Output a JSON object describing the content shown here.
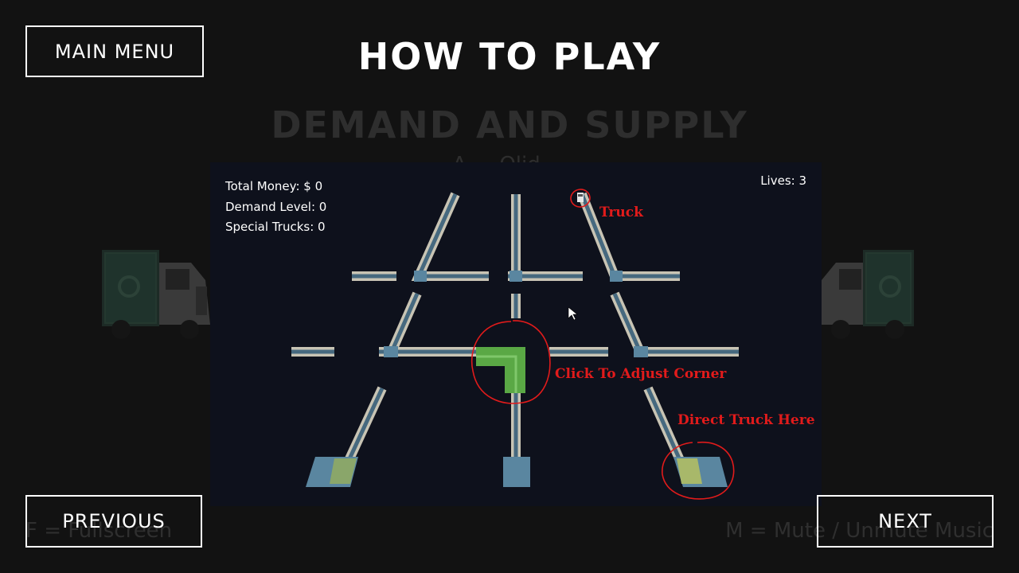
{
  "page": {
    "title": "HOW TO PLAY",
    "background_game_title": "DEMAND AND SUPPLY",
    "background_subtitle": "A   ...   Olid   ...",
    "hint_fullscreen": "F = Fullscreen",
    "hint_mute": "M = Mute / Unmute Music"
  },
  "buttons": {
    "main_menu": "MAIN MENU",
    "previous": "PREVIOUS",
    "next": "NEXT"
  },
  "screenshot": {
    "hud": {
      "total_money": "Total Money: $ 0",
      "demand_level": "Demand Level: 0",
      "special_trucks": "Special Trucks: 0",
      "lives": "Lives: 3"
    },
    "annotations": {
      "truck": "Truck",
      "adjust_corner": "Click To Adjust Corner",
      "direct_truck": "Direct Truck Here"
    }
  },
  "colors": {
    "background": "#121212",
    "annotation": "#e11b1b",
    "road_edge": "#c8c4b4",
    "road_center": "#46697f",
    "highlight": "#5aa845"
  }
}
